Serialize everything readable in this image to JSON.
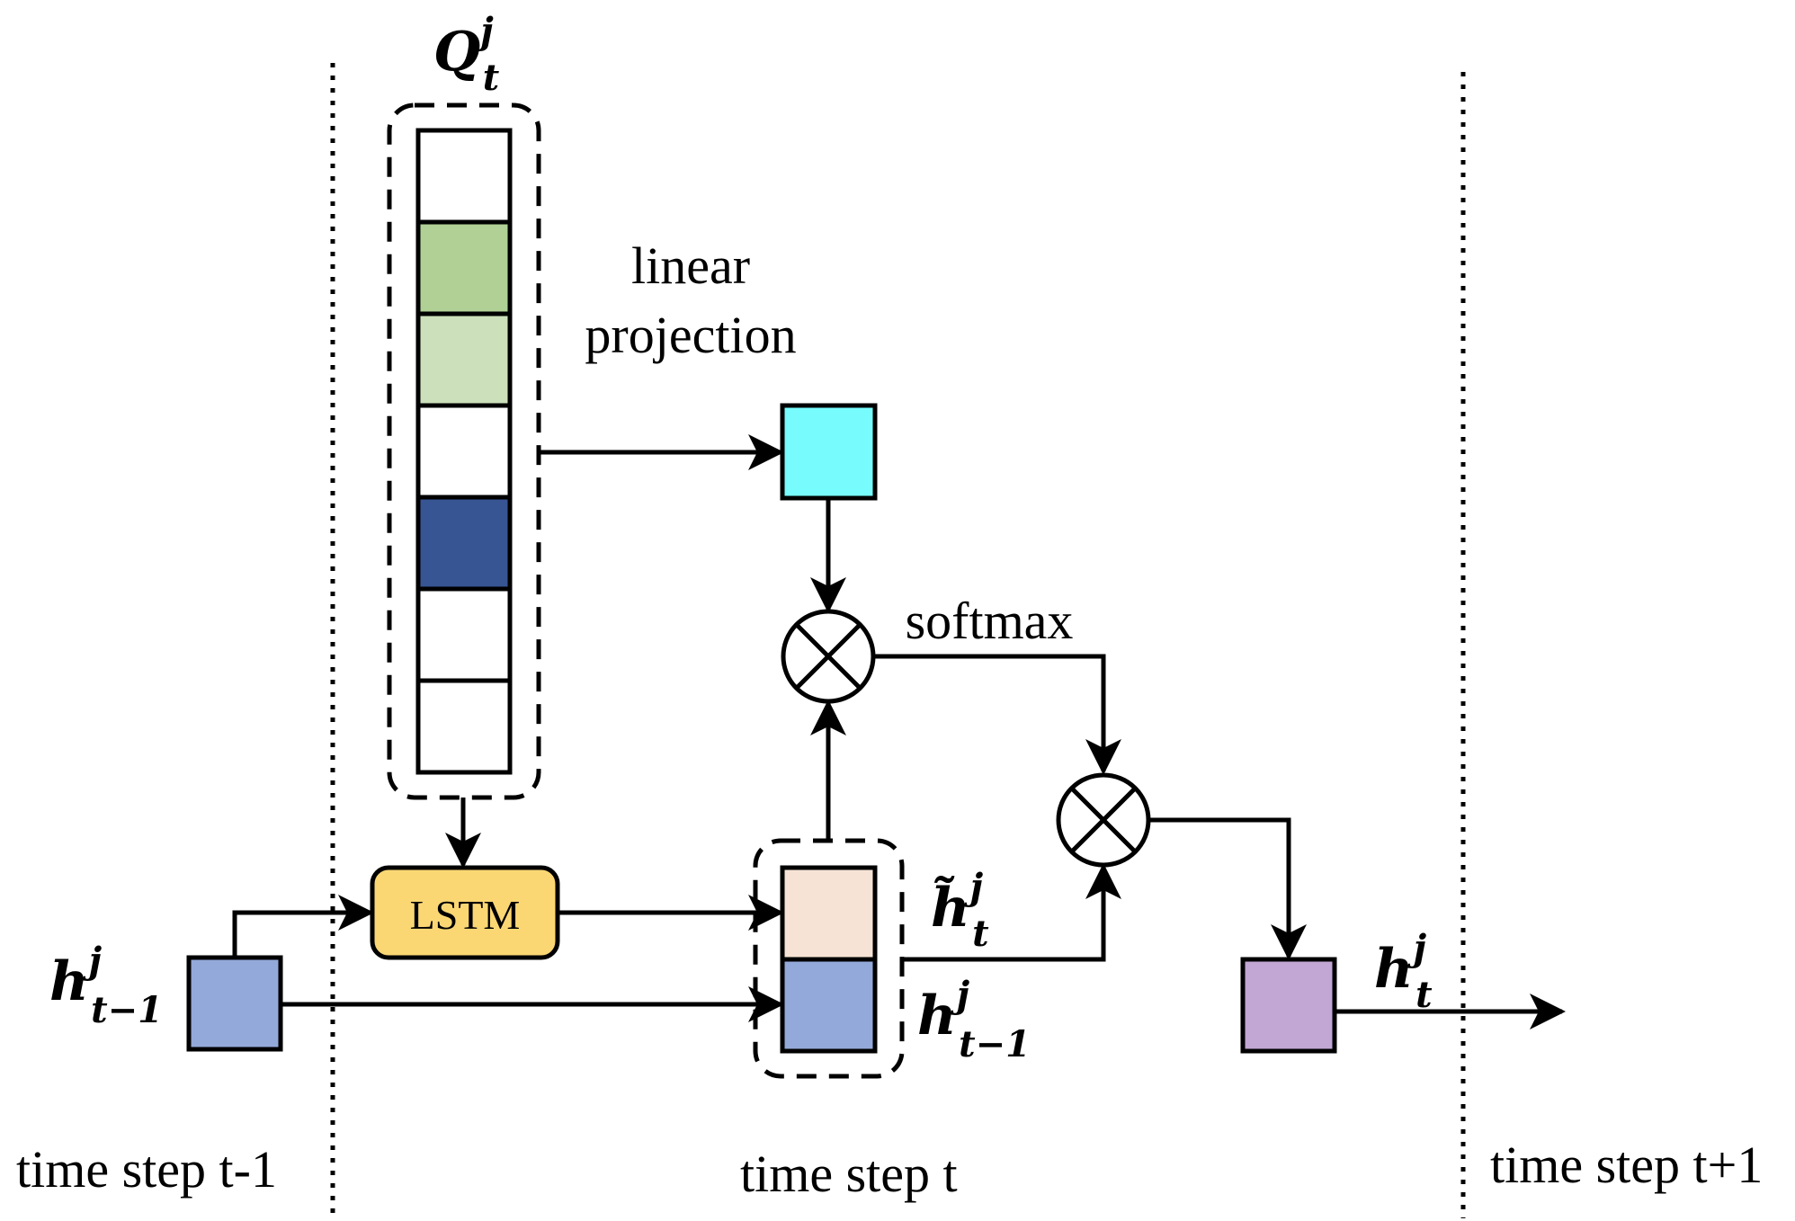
{
  "labels": {
    "query_base": "Q",
    "query_sup": "j",
    "query_sub": "t",
    "linear_projection_line1": "linear",
    "linear_projection_line2": "projection",
    "softmax": "softmax",
    "lstm": "LSTM",
    "h_prev_base": "h",
    "h_prev_sup": "j",
    "h_prev_sub": "t−1",
    "h_tilde_base": "h̃",
    "h_tilde_sup": "j",
    "h_tilde_sub": "t",
    "h_prev2_base": "h",
    "h_prev2_sup": "j",
    "h_prev2_sub": "t−1",
    "h_out_base": "h",
    "h_out_sup": "j",
    "h_out_sub": "t",
    "step_prev": "time step t-1",
    "step_curr": "time step t",
    "step_next": "time step t+1"
  },
  "colors": {
    "query_cells": [
      "#ffffff",
      "#b0d095",
      "#cce0bb",
      "#ffffff",
      "#375592",
      "#ffffff",
      "#ffffff"
    ],
    "projection_box": "#77fbfc",
    "lstm_box": "#fbd774",
    "h_prev_box": "#93a9d9",
    "h_tilde_box": "#f6e3d5",
    "h_stack_prev_box": "#93a9d9",
    "h_out_box": "#c2a6d3"
  }
}
